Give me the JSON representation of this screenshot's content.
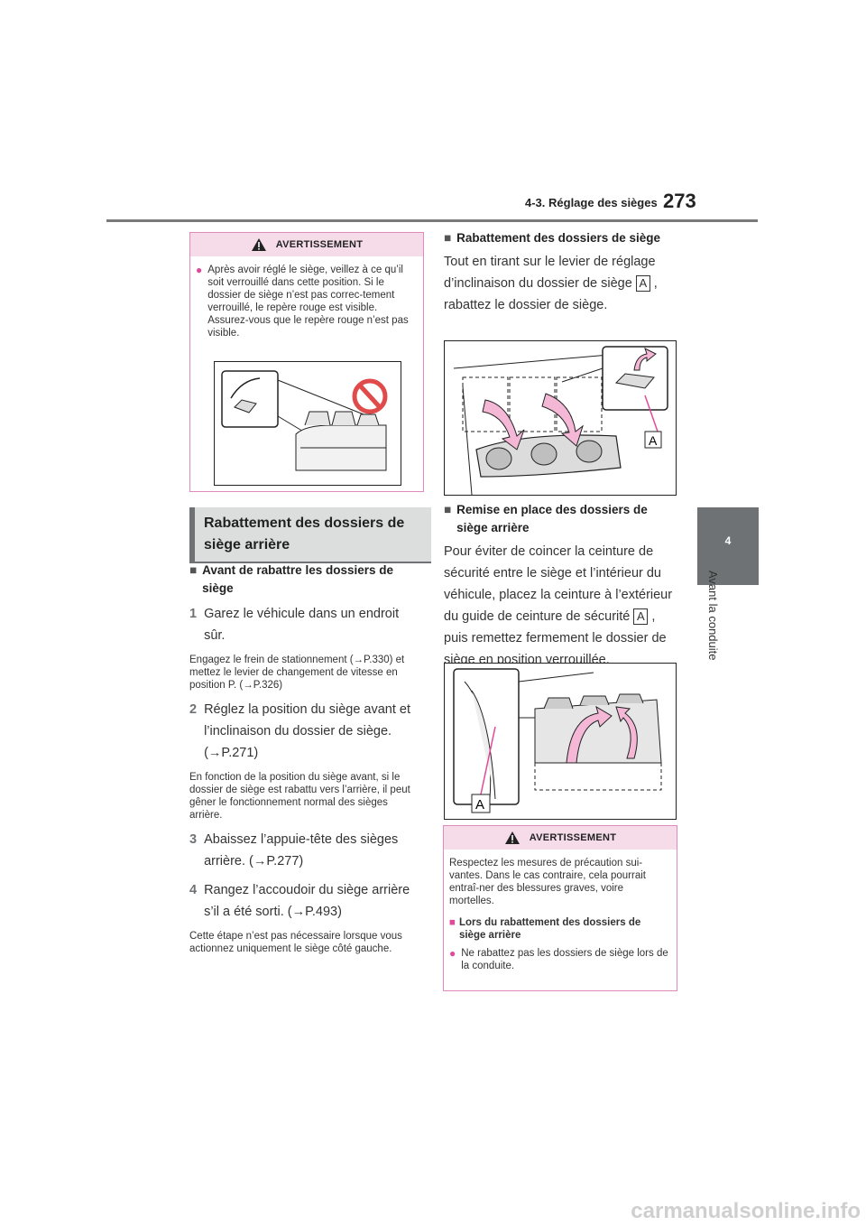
{
  "header": {
    "section": "4-3. Réglage des sièges",
    "page_number": "273"
  },
  "side_tab": {
    "number": "4",
    "label": "Avant la conduite"
  },
  "warning1": {
    "title": "AVERTISSEMENT",
    "text": "Après avoir réglé le siège, veillez à ce qu’il soit verrouillé dans cette position. Si le dossier de siège n’est pas correc-tement verrouillé, le repère rouge est visible. Assurez-vous que le repère rouge n’est pas visible."
  },
  "section_heading": "Rabattement des dossiers de siège arrière",
  "left": {
    "subhead": "Avant de rabattre les dossiers de siège",
    "steps": [
      {
        "num": "1",
        "text": "Garez le véhicule dans un endroit sûr.",
        "note": "Engagez le frein de stationnement (→P.330) et mettez le levier de changement de vitesse en position P. (→P.326)"
      },
      {
        "num": "2",
        "text": "Réglez la position du siège avant et l’inclinaison du dossier de siège. (→P.271)",
        "note": "En fonction de la position du siège avant, si le dossier de siège est rabattu vers l’arrière, il peut gêner le fonctionnement normal des sièges arrière."
      },
      {
        "num": "3",
        "text": "Abaissez l’appuie-tête des sièges arrière. (→P.277)",
        "note": ""
      },
      {
        "num": "4",
        "text": "Rangez l’accoudoir du siège arrière s’il a été sorti. (→P.493)",
        "note": "Cette étape n’est pas nécessaire lorsque vous actionnez uniquement le siège côté gauche."
      }
    ]
  },
  "right": {
    "subhead1": "Rabattement des dossiers de siège",
    "para1_a": "Tout en tirant sur le levier de réglage d’inclinaison du dossier de siège",
    "para1_b": ", rabattez le dossier de siège.",
    "label_A": "A",
    "subhead2": "Remise en place des dossiers de siège arrière",
    "para2_a": "Pour éviter de coincer la ceinture de sécurité entre le siège et l’intérieur du véhicule, placez la ceinture à l’extérieur du guide de ceinture de sécurité",
    "para2_b": ", puis remettez fermement le dossier de siège en position verrouillée."
  },
  "warning2": {
    "title": "AVERTISSEMENT",
    "text": "Respectez les mesures de précaution sui-vantes. Dans le cas contraire, cela pourrait entraî-ner des blessures graves, voire mortelles.",
    "subhead": "Lors du rabattement des dossiers de siège arrière",
    "bullet": "Ne rabattez pas les dossiers de siège lors de la conduite."
  },
  "watermark": "carmanualsonline.info",
  "colors": {
    "accent_pink": "#e04a9a",
    "warn_bg": "#f6dbe9",
    "tab_gray": "#6f7274"
  }
}
